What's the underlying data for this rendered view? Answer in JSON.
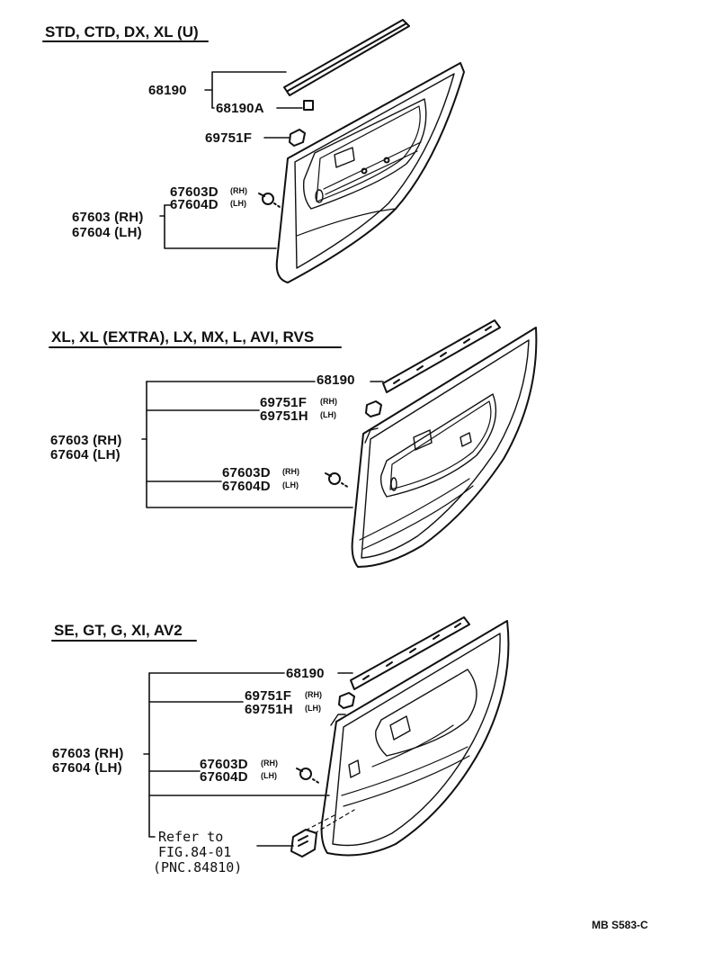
{
  "sections": [
    {
      "heading": "STD, CTD, DX, XL (U)",
      "parts": {
        "p68190": "68190",
        "p68190a": "68190A",
        "p69751f": "69751F",
        "p67603d": "67603D",
        "p67603d_side": "(RH)",
        "p67604d": "67604D",
        "p67604d_side": "(LH)",
        "p67603": "67603 (RH)",
        "p67604": "67604 (LH)"
      }
    },
    {
      "heading": "XL, XL (EXTRA), LX, MX, L, AVI, RVS",
      "parts": {
        "p68190": "68190",
        "p69751f": "69751F",
        "p69751f_side": "(RH)",
        "p69751h": "69751H",
        "p69751h_side": "(LH)",
        "p67603": "67603 (RH)",
        "p67604": "67604 (LH)",
        "p67603d": "67603D",
        "p67603d_side": "(RH)",
        "p67604d": "67604D",
        "p67604d_side": "(LH)"
      }
    },
    {
      "heading": "SE, GT, G, XI, AV2",
      "parts": {
        "p68190": "68190",
        "p69751f": "69751F",
        "p69751f_side": "(RH)",
        "p69751h": "69751H",
        "p69751h_side": "(LH)",
        "p67603": "67603 (RH)",
        "p67604": "67604 (LH)",
        "p67603d": "67603D",
        "p67603d_side": "(RH)",
        "p67604d": "67604D",
        "p67604d_side": "(LH)",
        "ref_line1": "Refer to",
        "ref_line2": "FIG.84-01",
        "ref_line3": "(PNC.84810)"
      }
    }
  ],
  "footer": {
    "code": "MB  S583-C"
  }
}
